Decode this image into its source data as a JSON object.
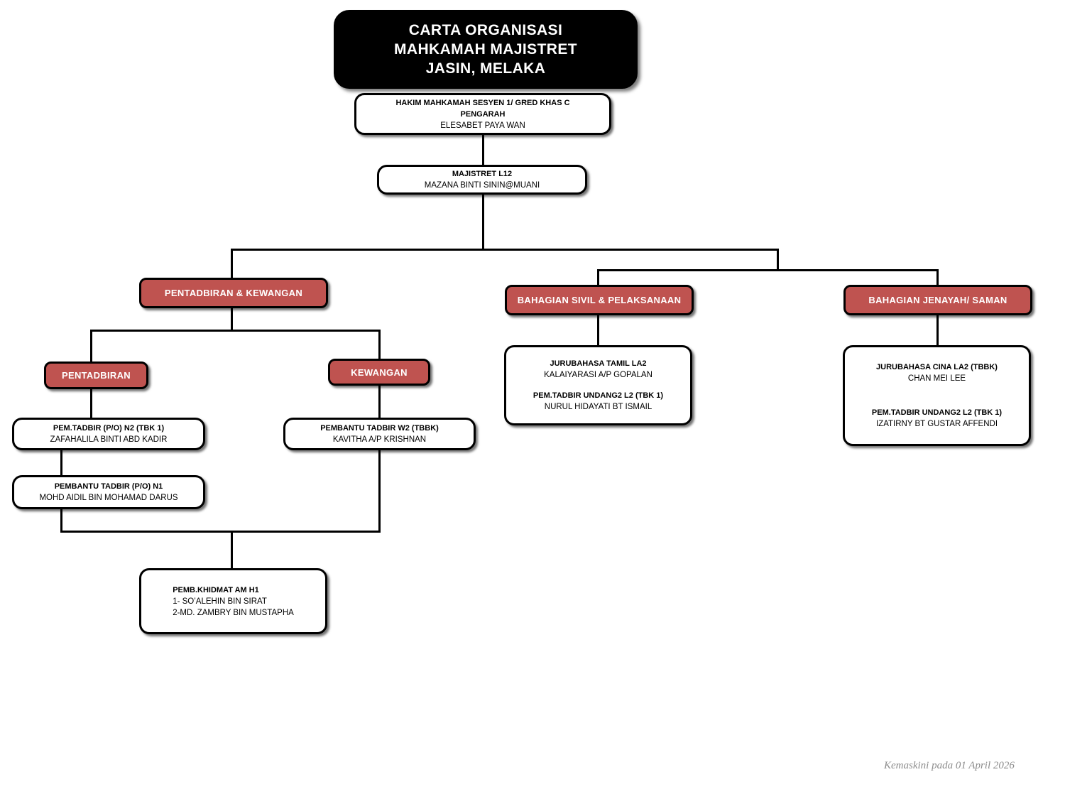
{
  "document": {
    "kind": "organisation-chart",
    "accent_red": "#bf5350",
    "header_black": "#000000",
    "footer_gray": "#8c8c8c",
    "background": "#ffffff"
  },
  "title": {
    "line1": "CARTA ORGANISASI",
    "line2": "MAHKAMAH MAJISTRET",
    "line3": "JASIN, MELAKA"
  },
  "nodes": {
    "pengarah": {
      "line1": "HAKIM MAHKAMAH SESYEN 1/  GRED KHAS C",
      "line2": "PENGARAH",
      "name": "ELESABET PAYA WAN"
    },
    "majistret": {
      "title": "MAJISTRET L12",
      "name": "MAZANA BINTI SININ@MUANI"
    },
    "dept_pentadbiran_kewangan": {
      "label": "PENTADBIRAN & KEWANGAN"
    },
    "dept_sivil": {
      "label": "BAHAGIAN SIVIL & PELAKSANAAN"
    },
    "dept_jenayah": {
      "label": "BAHAGIAN JENAYAH/ SAMAN"
    },
    "sub_pentadbiran": {
      "label": "PENTADBIRAN"
    },
    "sub_kewangan": {
      "label": "KEWANGAN"
    },
    "pem_tadbir_n2": {
      "title": "PEM.TADBIR (P/O) N2 (TBK 1)",
      "name": "ZAFAHALILA BINTI ABD KADIR"
    },
    "pembantu_tadbir_n1": {
      "title": "PEMBANTU TADBIR (P/O) N1",
      "name": "MOHD AIDIL BIN MOHAMAD DARUS"
    },
    "pembantu_tadbir_w2": {
      "title": "PEMBANTU TADBIR W2 (TBBK)",
      "name": "KAVITHA A/P KRISHNAN"
    },
    "pemb_khidmat_am": {
      "title": "PEMB.KHIDMAT AM H1",
      "name1": "1- SO’ALEHIN BIN SIRAT",
      "name2": "2-MD. ZAMBRY BIN MUSTAPHA"
    },
    "sivil_staff": {
      "title1": "JURUBAHASA TAMIL LA2",
      "name1": "KALAIYARASI A/P GOPALAN",
      "title2": "PEM.TADBIR UNDANG2 L2 (TBK 1)",
      "name2": "NURUL HIDAYATI BT ISMAIL"
    },
    "jenayah_staff": {
      "title1": "JURUBAHASA CINA LA2 (TBBK)",
      "name1": "CHAN MEI LEE",
      "title2": "PEM.TADBIR UNDANG2 L2 (TBK 1)",
      "name2": "IZATIRNY BT GUSTAR AFFENDI"
    }
  },
  "footer": {
    "updated": "Kemaskini pada 01 April 2026"
  }
}
